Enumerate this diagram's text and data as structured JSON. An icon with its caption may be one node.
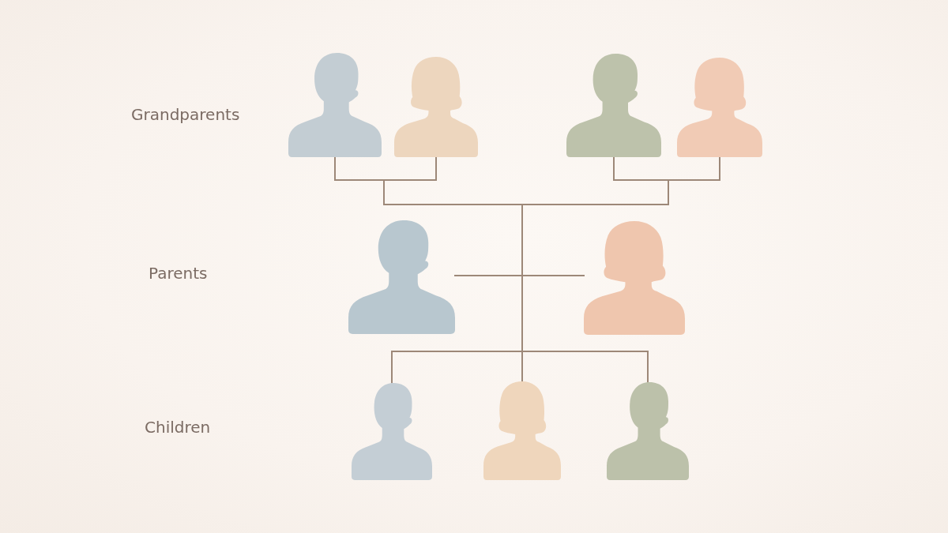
{
  "diagram": {
    "nodes": [
      {
        "text": [],
        "shape": "person"
      },
      {
        "text": [],
        "shape": "person"
      },
      {
        "text": [],
        "shape": "person"
      },
      {
        "text": [],
        "shape": "person"
      },
      {
        "text": [],
        "shape": "person"
      },
      {
        "text": [],
        "shape": "person"
      },
      {
        "text": [],
        "shape": "person"
      },
      {
        "text": [],
        "shape": "person"
      },
      {
        "text": [],
        "shape": "person"
      }
    ],
    "edges": [
      {
        "from": 0,
        "to": 4,
        "arrow": "none"
      },
      {
        "from": 1,
        "to": 4,
        "arrow": "none"
      },
      {
        "from": 2,
        "to": 5,
        "arrow": "none"
      },
      {
        "from": 3,
        "to": 5,
        "arrow": "none"
      },
      {
        "from": 4,
        "to": 5,
        "arrow": "none"
      },
      {
        "from": 4,
        "to": 6,
        "arrow": "none"
      },
      {
        "from": 4,
        "to": 7,
        "arrow": "none"
      },
      {
        "from": 4,
        "to": 8,
        "arrow": "none"
      },
      {
        "from": 5,
        "to": 6,
        "arrow": "none"
      },
      {
        "from": 5,
        "to": 7,
        "arrow": "none"
      },
      {
        "from": 5,
        "to": 8,
        "arrow": "none"
      }
    ],
    "labels": [
      "Grandparents",
      "Parents",
      "Children"
    ]
  }
}
